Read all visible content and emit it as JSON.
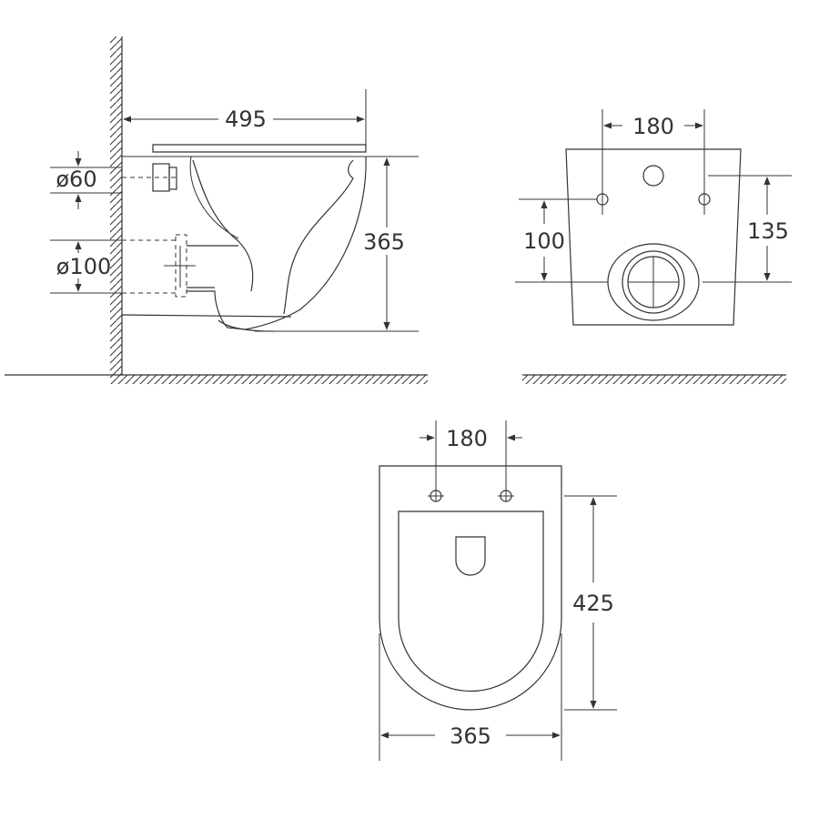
{
  "side_view": {
    "depth": "495",
    "height": "365",
    "inlet_diameter": "ø60",
    "outlet_diameter": "ø100"
  },
  "rear_view": {
    "bolt_spacing": "180",
    "inlet_height": "135",
    "outlet_height": "100"
  },
  "top_view": {
    "bolt_spacing": "180",
    "length": "425",
    "width": "365"
  }
}
